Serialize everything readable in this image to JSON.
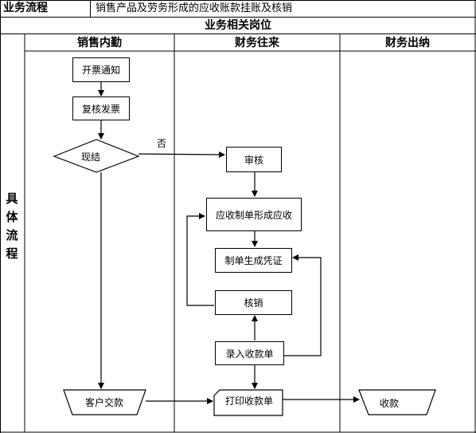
{
  "header": {
    "left_label": "业务流程",
    "right_label": "销售产品及劳务形成的应收账款挂账及核销"
  },
  "section_title": "业务相关岗位",
  "columns": [
    "销售内勤",
    "财务往来",
    "财务出纳"
  ],
  "side_label": [
    "具",
    "体",
    "流",
    "程"
  ],
  "nodes": {
    "invoice_notice": "开票通知",
    "review_invoice": "复核发票",
    "cash_settle": "现结",
    "customer_pay": "客户交款",
    "audit": "审核",
    "receivable_form": "应收制单形成应收",
    "voucher": "制单生成凭证",
    "writeoff": "核销",
    "enter_receipt": "录入收款单",
    "print_receipt": "打印收款单",
    "receive": "收款"
  },
  "edge_labels": {
    "no": "否"
  }
}
